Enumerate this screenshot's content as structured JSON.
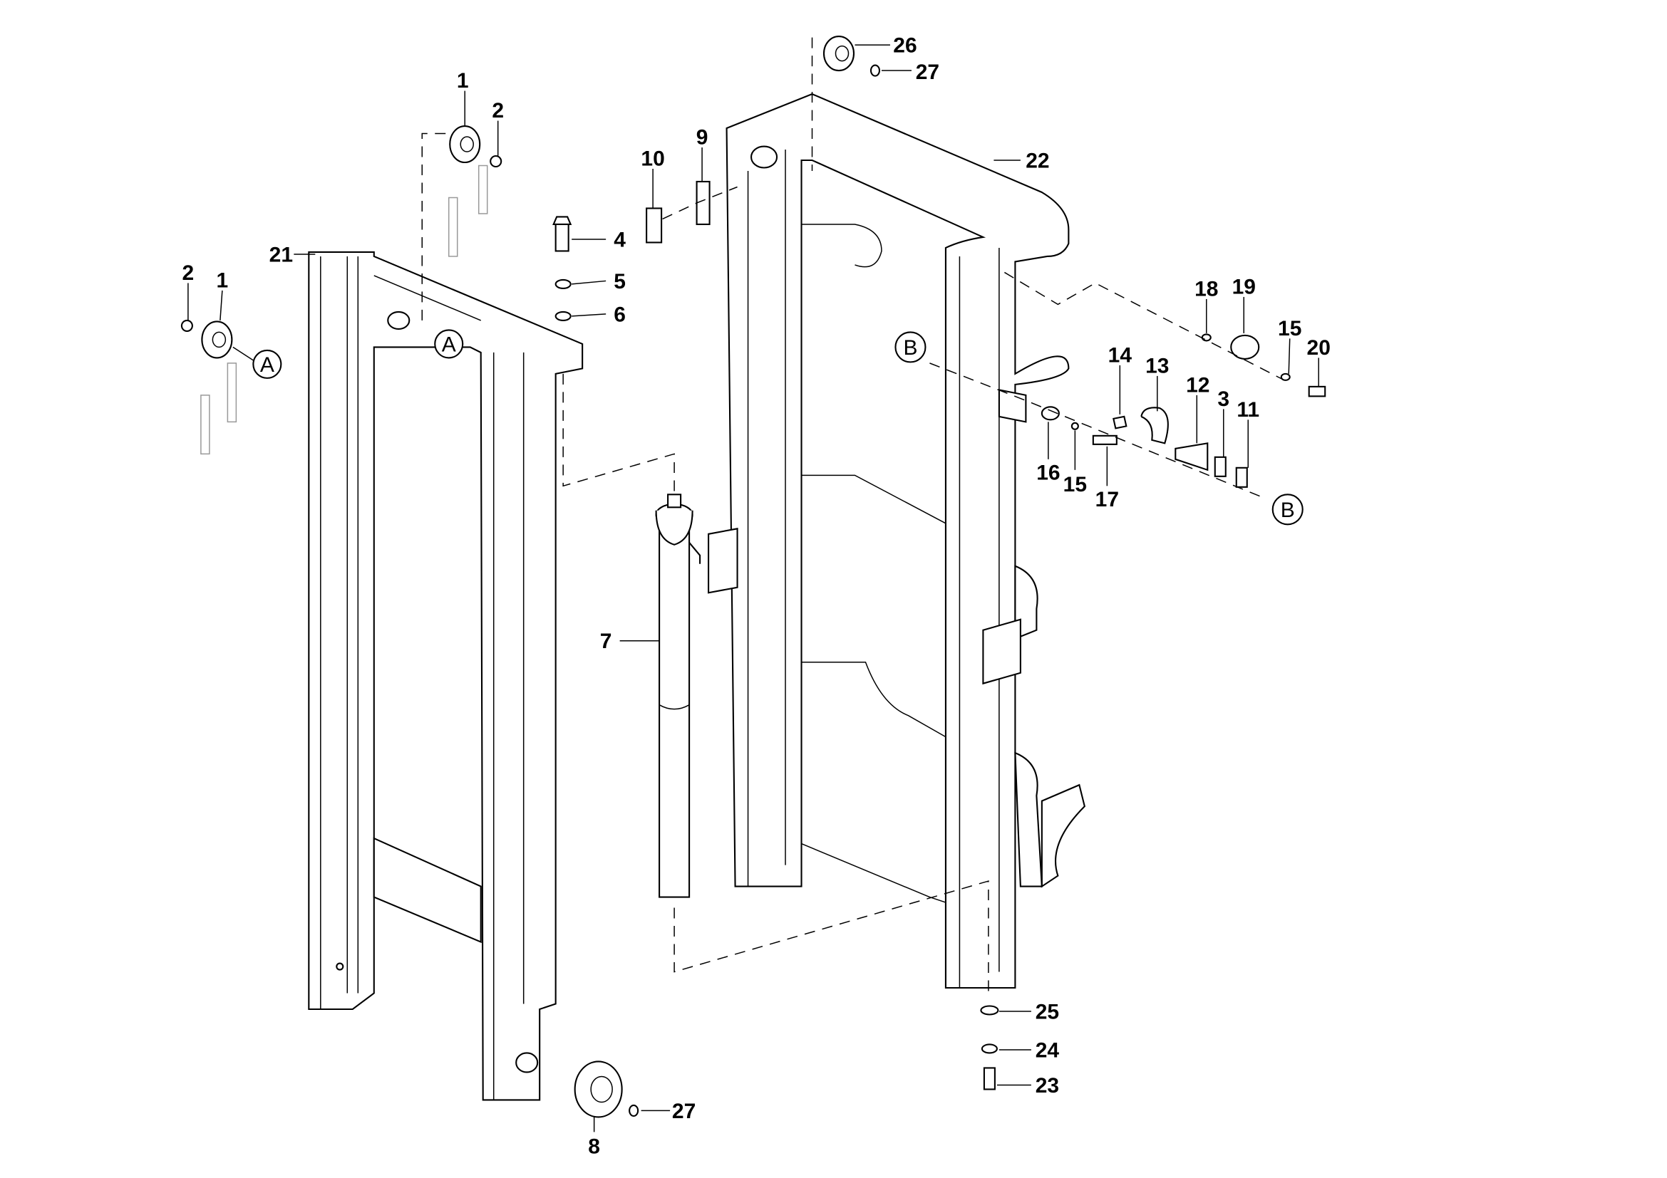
{
  "callouts": [
    "1",
    "2",
    "2",
    "1",
    "21",
    "10",
    "9",
    "4",
    "5",
    "6",
    "26",
    "27",
    "22",
    "18",
    "19",
    "15",
    "20",
    "14",
    "13",
    "12",
    "3",
    "11",
    "16",
    "15",
    "17",
    "7",
    "25",
    "24",
    "23",
    "8",
    "27"
  ],
  "references": [
    "A",
    "A",
    "B",
    "B"
  ]
}
